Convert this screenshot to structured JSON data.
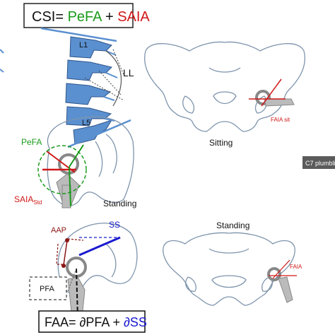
{
  "csi_equation": {
    "lhs": "CSI= ",
    "pefa": "PeFA",
    "plus": " + ",
    "saia": "SAIA"
  },
  "faa_equation": {
    "lhs": "FAA= ∂PFA + ",
    "ss": "∂SS"
  },
  "spine_labels": {
    "l1": "L1",
    "ll": "LL",
    "l5": "L5"
  },
  "hip_labels": {
    "pefa": "PeFA",
    "saia": "SAIA",
    "saia_sub": "Std",
    "aap": "AAP",
    "ss": "SS",
    "pfa": "PFA"
  },
  "pelvis_labels": {
    "standing_left": "Standing",
    "sitting": "Sitting",
    "standing_right": "Standing",
    "faia_sit": "FAIA sit",
    "faia": "FAIA"
  },
  "side_tag": "C7 plumbli",
  "colors": {
    "green": "#1a9a1a",
    "red": "#d01818",
    "blue": "#1a1ad0",
    "spine_blue": "#5a90d0",
    "pelvis_stroke": "#7e94ac",
    "dark_red": "#8b1515"
  }
}
